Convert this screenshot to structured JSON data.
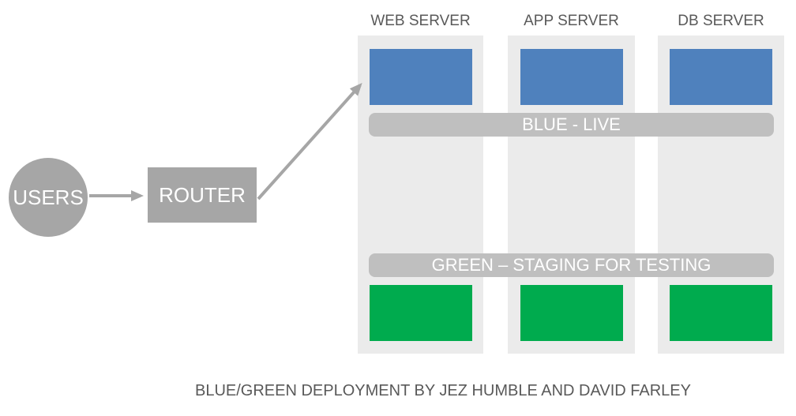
{
  "diagram": {
    "nodes": {
      "users_label": "USERS",
      "router_label": "ROUTER"
    },
    "columns": [
      {
        "label": "WEB SERVER"
      },
      {
        "label": "APP SERVER"
      },
      {
        "label": "DB SERVER"
      }
    ],
    "bands": {
      "blue_label": "BLUE - LIVE",
      "green_label": "GREEN – STAGING FOR TESTING"
    },
    "caption": "BLUE/GREEN DEPLOYMENT BY JEZ HUMBLE AND DAVID FARLEY",
    "colors": {
      "shape_gray": "#a6a6a6",
      "band_gray": "#bfbfbf",
      "column_background": "#ebebeb",
      "blue_environment": "#4f81bd",
      "green_environment": "#00ab4e",
      "label_text_dark": "#595959",
      "label_text_light": "#ffffff"
    }
  }
}
